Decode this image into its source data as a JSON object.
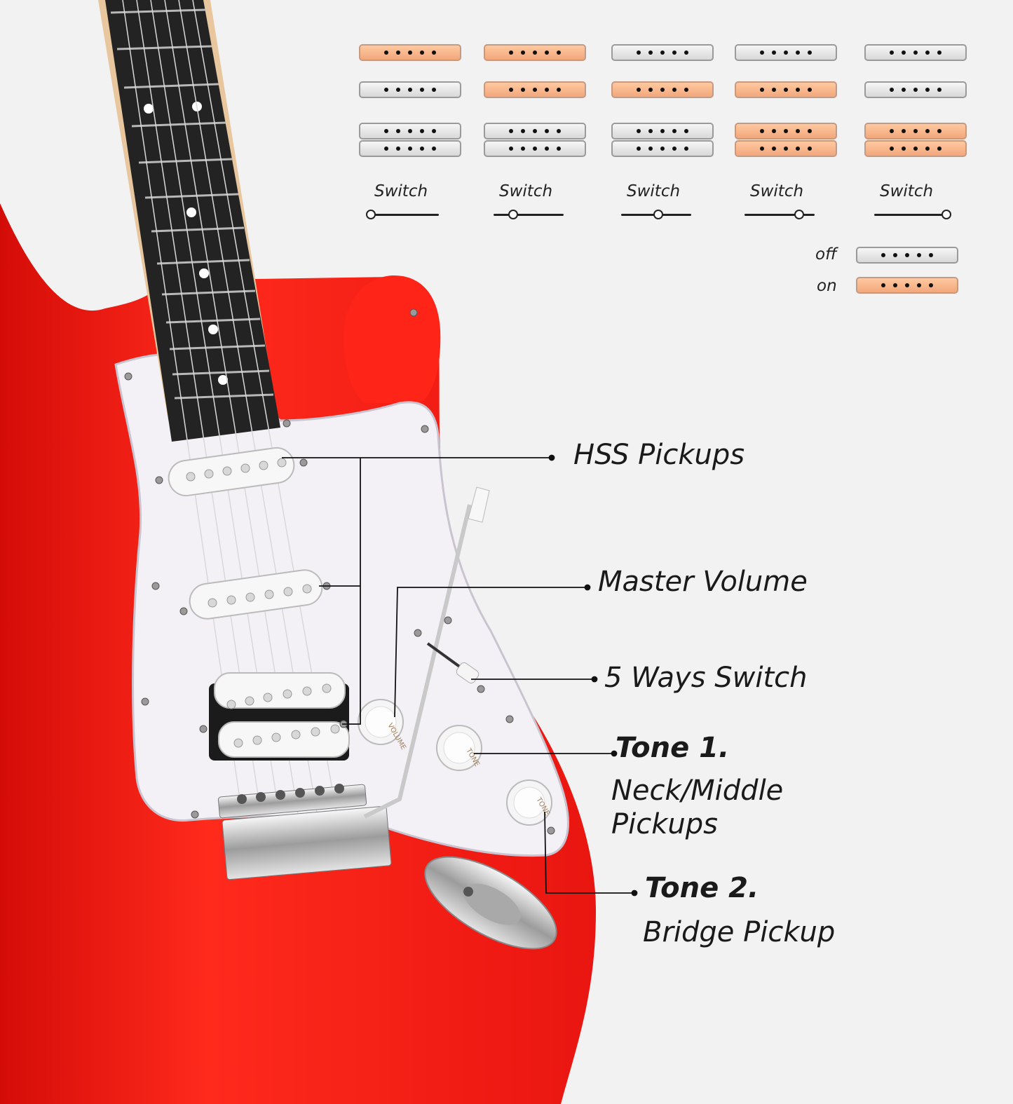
{
  "switch_diagram": {
    "switch_label": "Switch",
    "positions": [
      {
        "neck": "on",
        "middle": "off",
        "bridge": "off",
        "slider": 0.0
      },
      {
        "neck": "on",
        "middle": "on",
        "bridge": "off",
        "slider": 0.25
      },
      {
        "neck": "off",
        "middle": "on",
        "bridge": "off",
        "slider": 0.5
      },
      {
        "neck": "off",
        "middle": "on",
        "bridge": "on",
        "slider": 0.75
      },
      {
        "neck": "off",
        "middle": "off",
        "bridge": "on",
        "slider": 1.0
      }
    ]
  },
  "legend": {
    "off_label": "off",
    "on_label": "on"
  },
  "callouts": {
    "hss_pickups": "HSS Pickups",
    "master_volume": "Master Volume",
    "five_way_switch": "5 Ways Switch",
    "tone1_title": "Tone 1.",
    "tone1_line1": "Neck/Middle",
    "tone1_line2": "Pickups",
    "tone2_title": "Tone 2.",
    "tone2_desc": "Bridge Pickup"
  },
  "knob_labels": {
    "volume": "VOLUME",
    "tone": "TONE"
  },
  "colors": {
    "body": "#f41a12",
    "pickguard": "#f4f1f6",
    "fretboard": "#222222",
    "pickup_on": "#f5ad80",
    "pickup_off": "#e2e2e2",
    "background": "#f2f2f2"
  }
}
